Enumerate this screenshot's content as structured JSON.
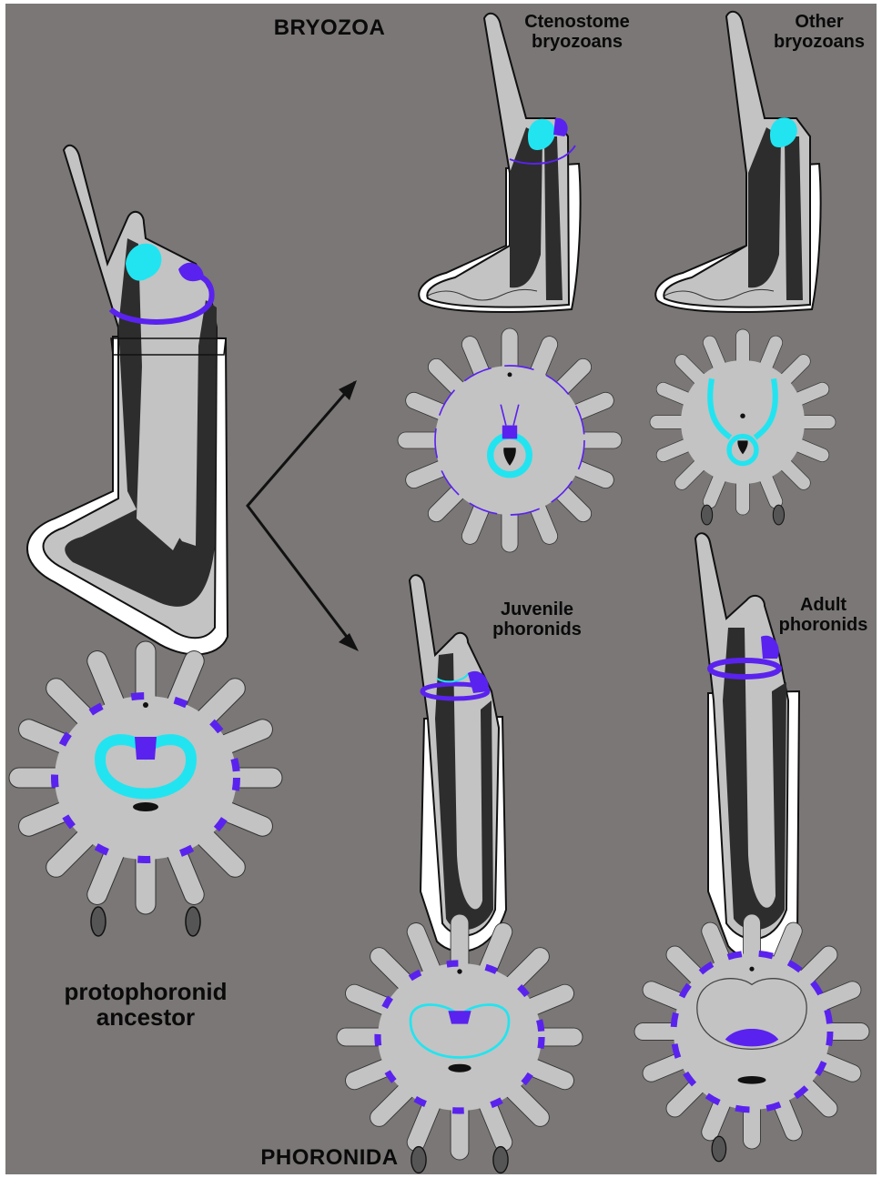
{
  "labels": {
    "bryozoa": "BRYOZOA",
    "phoronida": "PHORONIDA",
    "ctenostome": "Ctenostome\nbryozoans",
    "other": "Other\nbryozoans",
    "juvenile": "Juvenile\nphoronids",
    "adult": "Adult\nphoronids",
    "ancestor": "protophoronid\nancestor"
  },
  "colors": {
    "background": "#7a7776",
    "body": "#c3c3c3",
    "gut": "#2d2d2d",
    "tube": "#ffffff",
    "cyan": "#22e4f0",
    "purple": "#5a22ee",
    "outline": "#111111"
  }
}
